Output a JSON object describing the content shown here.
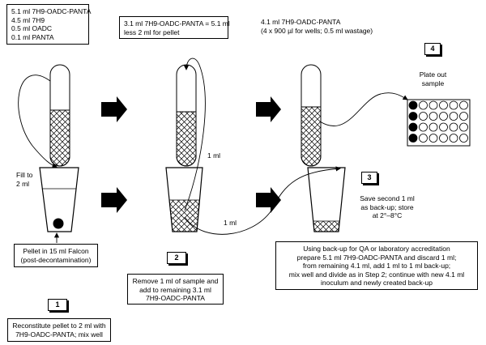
{
  "recipe": [
    "5.1 ml 7H9-OADC-PANTA",
    "4.5 ml 7H9",
    "0.5 ml OADC",
    "0.1 ml PANTA"
  ],
  "step2_header": [
    "3.1 ml 7H9-OADC-PANTA = 5.1 ml",
    "less 2 ml for pellet"
  ],
  "step3_header": [
    "4.1 ml 7H9-OADC-PANTA",
    "(4 x 900 µl for wells; 0.5 ml wastage)"
  ],
  "fill_label": [
    "Fill to",
    "2 ml"
  ],
  "transfer_label_1": "1 ml",
  "transfer_label_2": "1 ml",
  "pellet_box": [
    "Pellet in 15 ml Falcon",
    "(post-decontamination)"
  ],
  "steps": {
    "one": {
      "number": "1",
      "text": [
        "Reconstitute pellet to 2 ml with",
        "7H9-OADC-PANTA; mix well"
      ]
    },
    "two": {
      "number": "2",
      "text": [
        "Remove 1 ml of sample and",
        "add to remaining 3.1 ml",
        "7H9-OADC-PANTA"
      ]
    },
    "three": {
      "number": "3",
      "text": [
        "Save second 1 ml",
        "as back-up; store",
        "at 2°–8°C"
      ]
    },
    "four": {
      "number": "4",
      "text": [
        "Plate out",
        "sample"
      ]
    }
  },
  "backup_note": [
    "Using back-up for QA or laboratory accreditation",
    "prepare 5.1 ml 7H9-OADC-PANTA and discard 1 ml;",
    "from remaining 4.1 ml, add 1 ml to 1 ml back-up;",
    "mix well and divide as in Step 2; continue with new 4.1 ml",
    "inoculum and newly created back-up"
  ]
}
